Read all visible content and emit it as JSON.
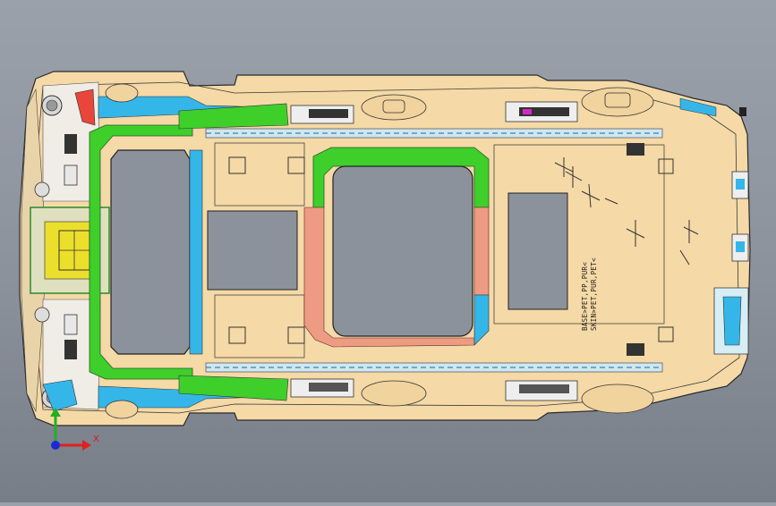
{
  "viewport": {
    "name": "3D CAD viewport - vehicle headliner (top view)",
    "background_color": "#8b929c"
  },
  "model": {
    "part": "headliner",
    "base_color": "#f5d9a6",
    "outline_color": "#2a2a2a",
    "material_label_base": "BASE>PET,PP,PUR<",
    "material_label_skin": "SKIN>PET,PUR,PET<",
    "colors": {
      "green": "#3fcf2b",
      "cyan": "#35b6e8",
      "red": "#e8463a",
      "salmon": "#ee9b83",
      "yellow": "#ecdf2c",
      "dark": "#4a4a4a"
    }
  },
  "triad": {
    "x_label": "X",
    "x_color": "#e02020",
    "y_color": "#20b020",
    "origin_color": "#1a2bd6"
  }
}
